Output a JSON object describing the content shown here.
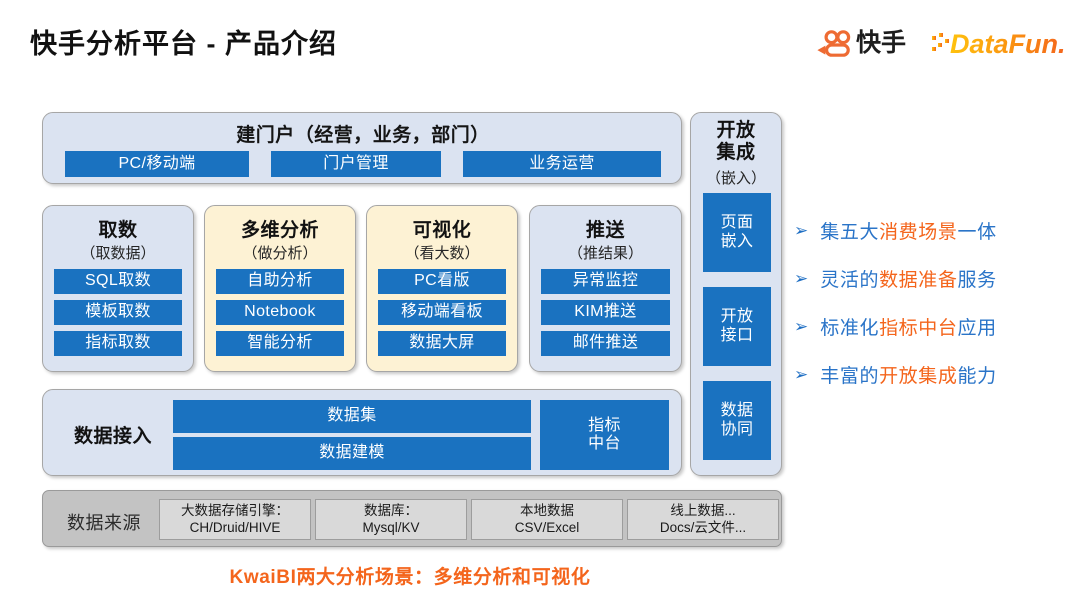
{
  "header": {
    "title": "快手分析平台 - 产品介绍",
    "logos": [
      {
        "name": "kuaishou-logo",
        "word": "快手",
        "color": "#ee6b33"
      },
      {
        "name": "datafun-logo",
        "word": "DataFun.",
        "color_start": "#ffc20e",
        "color_end": "#f4651c"
      }
    ]
  },
  "colors": {
    "blue_box": "#1a72c0",
    "panel_blue": "#dbe3f1",
    "panel_cream": "#fdf2d4",
    "panel_gray": "#c3c3c3",
    "accent_orange": "#f4651c",
    "accent_blue": "#2a74c8"
  },
  "diagram": {
    "portal": {
      "title": "建门户（经营，业务，部门）",
      "buttons": [
        "PC/移动端",
        "门户管理",
        "业务运营"
      ]
    },
    "columns": [
      {
        "title": "取数",
        "subtitle": "（取数据）",
        "theme": "blue",
        "items": [
          "SQL取数",
          "模板取数",
          "指标取数"
        ]
      },
      {
        "title": "多维分析",
        "subtitle": "（做分析）",
        "theme": "cream",
        "items": [
          "自助分析",
          "Notebook",
          "智能分析"
        ]
      },
      {
        "title": "可视化",
        "subtitle": "（看大数）",
        "theme": "cream",
        "items": [
          "PC看版",
          "移动端看板",
          "数据大屏"
        ]
      },
      {
        "title": "推送",
        "subtitle": "（推结果）",
        "theme": "blue",
        "items": [
          "异常监控",
          "KIM推送",
          "邮件推送"
        ]
      }
    ],
    "open_integration": {
      "title": "开放\n集成",
      "subtitle": "（嵌入）",
      "items": [
        "页面\n嵌入",
        "开放\n接口",
        "数据\n协同"
      ]
    },
    "data_access": {
      "label": "数据接入",
      "dataset": "数据集",
      "modeling": "数据建模",
      "metrics": "指标\n中台"
    },
    "data_source": {
      "label": "数据来源",
      "boxes": [
        {
          "line1": "大数据存储引擎：",
          "line2": "CH/Druid/HIVE"
        },
        {
          "line1": "数据库：",
          "line2": "Mysql/KV"
        },
        {
          "line1": "本地数据",
          "line2": "CSV/Excel"
        },
        {
          "line1": "线上数据...",
          "line2": "Docs/云文件..."
        }
      ]
    }
  },
  "bullets": [
    {
      "marker": "➢",
      "parts": [
        {
          "t": "集五大",
          "hl": false
        },
        {
          "t": "消费场景",
          "hl": true
        },
        {
          "t": "一体",
          "hl": false
        }
      ]
    },
    {
      "marker": "➢",
      "parts": [
        {
          "t": "灵活的",
          "hl": false
        },
        {
          "t": "数据准备",
          "hl": true
        },
        {
          "t": "服务",
          "hl": false
        }
      ]
    },
    {
      "marker": "➢",
      "parts": [
        {
          "t": "标准化",
          "hl": false
        },
        {
          "t": "指标中台",
          "hl": true
        },
        {
          "t": "应用",
          "hl": false
        }
      ]
    },
    {
      "marker": "➢",
      "parts": [
        {
          "t": "丰富的",
          "hl": false
        },
        {
          "t": "开放集成",
          "hl": true
        },
        {
          "t": "能力",
          "hl": false
        }
      ]
    }
  ],
  "caption": "KwaiBI两大分析场景：多维分析和可视化"
}
